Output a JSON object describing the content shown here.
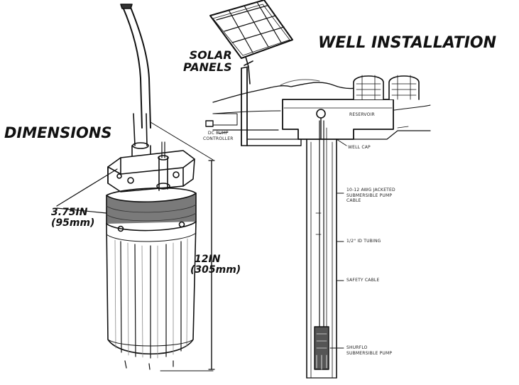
{
  "titles": {
    "dimensions": "DIMENSIONS",
    "well_installation": "WELL INSTALLATION",
    "solar_panels_line1": "SOLAR",
    "solar_panels_line2": "PANELS"
  },
  "dimensions": {
    "diameter_in": "3.75IN",
    "diameter_mm": "(95mm)",
    "height_in": "12IN",
    "height_mm": "(305mm)"
  },
  "well_labels": {
    "reservoir": "RESERVOIR",
    "controller_line1": "DC PUMP",
    "controller_line2": "CONTROLLER",
    "well_cap": "WELL CAP",
    "cable_line1": "10-12 AWG JACKETED",
    "cable_line2": "SUBMERSIBLE PUMP",
    "cable_line3": "CABLE",
    "tubing": "1/2\" ID TUBING",
    "safety_cable": "SAFETY CABLE",
    "pump_line1": "SHURFLO",
    "pump_line2": "SUBMERSIBLE PUMP"
  },
  "colors": {
    "ink": "#111111",
    "paper": "#ffffff"
  }
}
